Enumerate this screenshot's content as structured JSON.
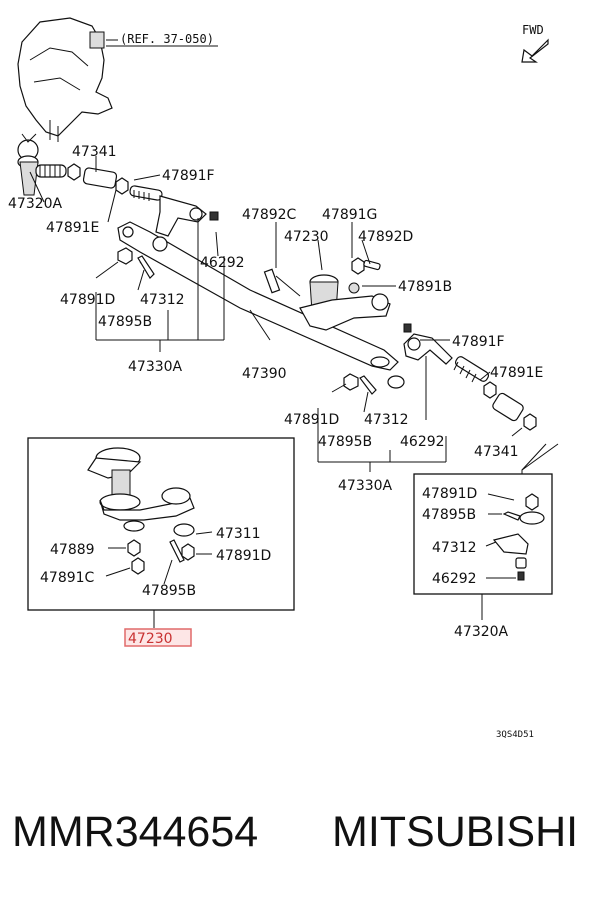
{
  "diagram": {
    "ref": "(REF. 37-050)",
    "fwd": "FWD",
    "code": "3QS4D51",
    "highlight_label": "47230",
    "labels": {
      "l47341_top": "47341",
      "l47891F_top": "47891F",
      "l47320A_left": "47320A",
      "l47891E_left": "47891E",
      "l47892C": "47892C",
      "l47891G": "47891G",
      "l47230_main": "47230",
      "l47892D": "47892D",
      "l46292_top": "46292",
      "l47891B": "47891B",
      "l47891D_left": "47891D",
      "l47312_left": "47312",
      "l47895B_left": "47895B",
      "l47330A_left": "47330A",
      "l47390": "47390",
      "l47891F_right": "47891F",
      "l47891E_right": "47891E",
      "l47891D_mid": "47891D",
      "l47312_mid": "47312",
      "l47895B_mid": "47895B",
      "l46292_mid": "46292",
      "l47341_right": "47341",
      "l47330A_mid": "47330A",
      "l47891D_box": "47891D",
      "l47895B_box": "47895B",
      "l47312_box": "47312",
      "l46292_box": "46292",
      "l47320A_box": "47320A",
      "l47311": "47311",
      "l47889": "47889",
      "l47891D_inset": "47891D",
      "l47891C": "47891C",
      "l47895B_inset": "47895B"
    }
  },
  "footer": {
    "part_number": "MMR344654",
    "brand": "MITSUBISHI"
  }
}
